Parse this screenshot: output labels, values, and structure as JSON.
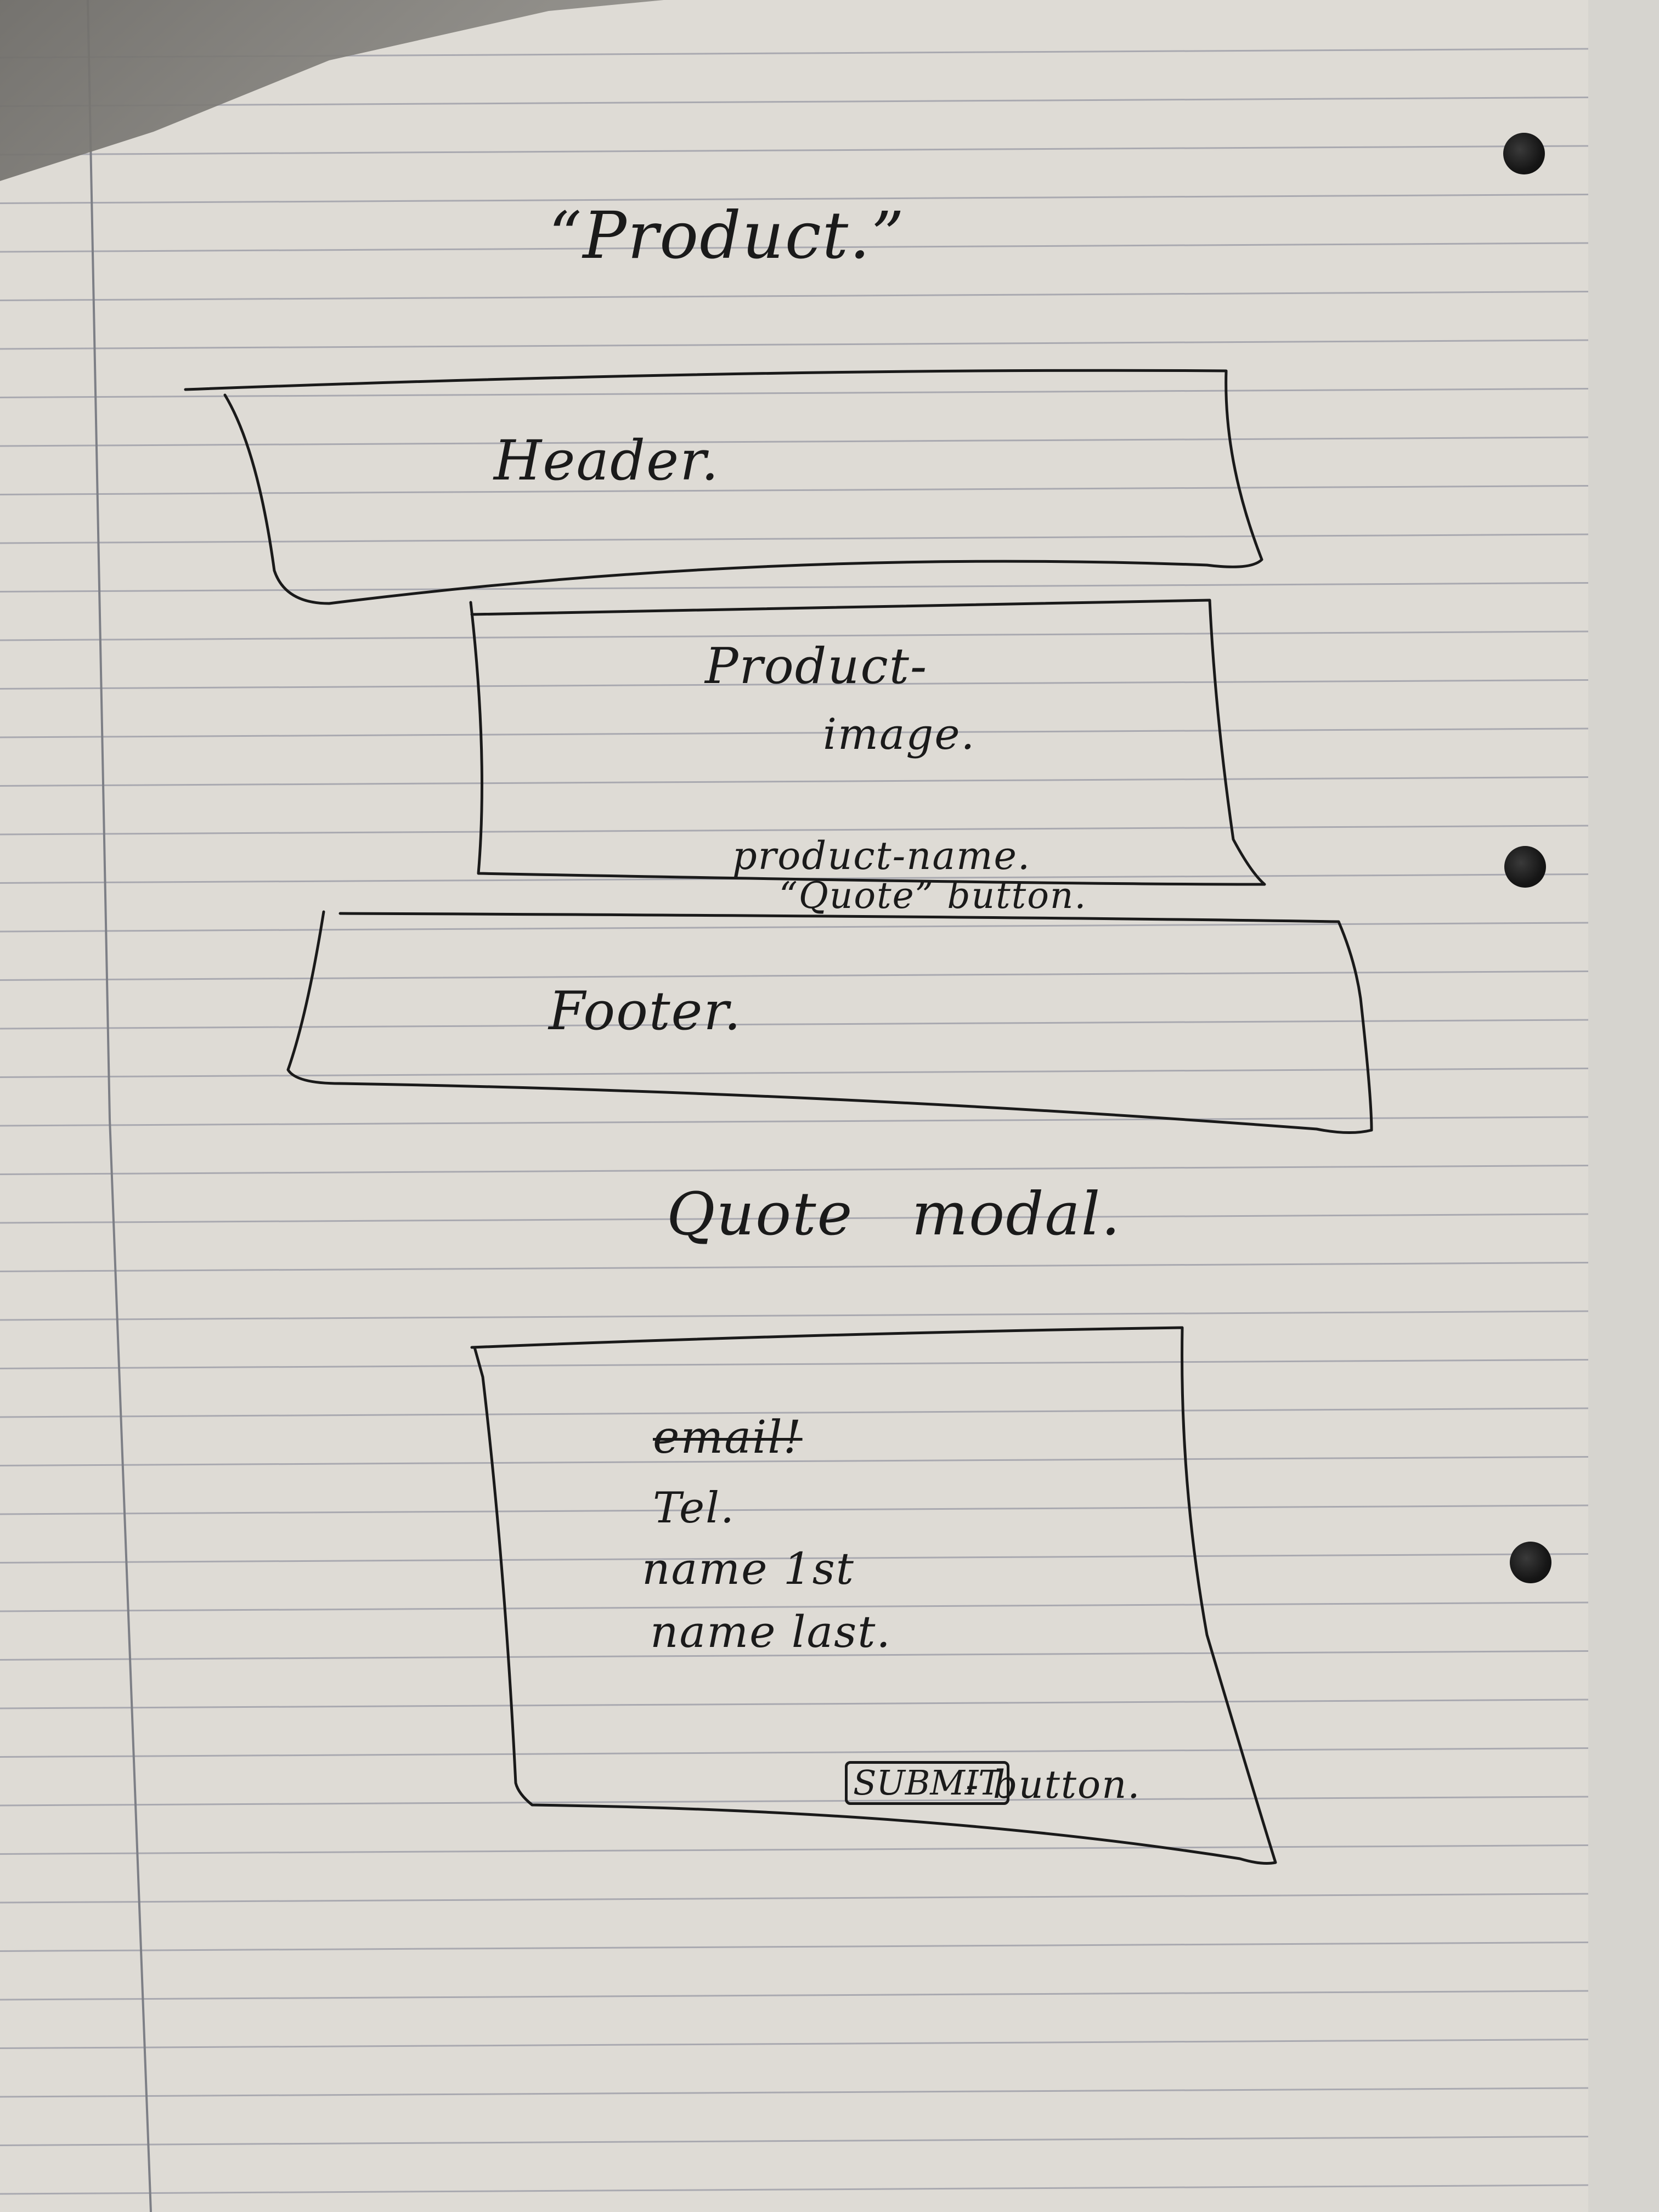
{
  "sketch": {
    "page_title": "“Product.”",
    "header_label": "Header.",
    "product_card": {
      "image_line1": "Product-",
      "image_line2": "image.",
      "name_label": "product-name.",
      "quote_button_label": "“Quote” button."
    },
    "footer_label": "Footer.",
    "modal_title": "Quote modal.",
    "modal_fields": {
      "email": "email!",
      "tel": "Tel.",
      "name_first": "name 1st",
      "name_last": "name last."
    },
    "submit_box_label": "SUBMIT",
    "submit_suffix": "- button."
  },
  "colors": {
    "paper": "#dedbd5",
    "ruled_line": "#a9a9b0",
    "margin_line": "#7d7f86",
    "ink": "#1a1a1a",
    "punch_hole": "#161616"
  }
}
